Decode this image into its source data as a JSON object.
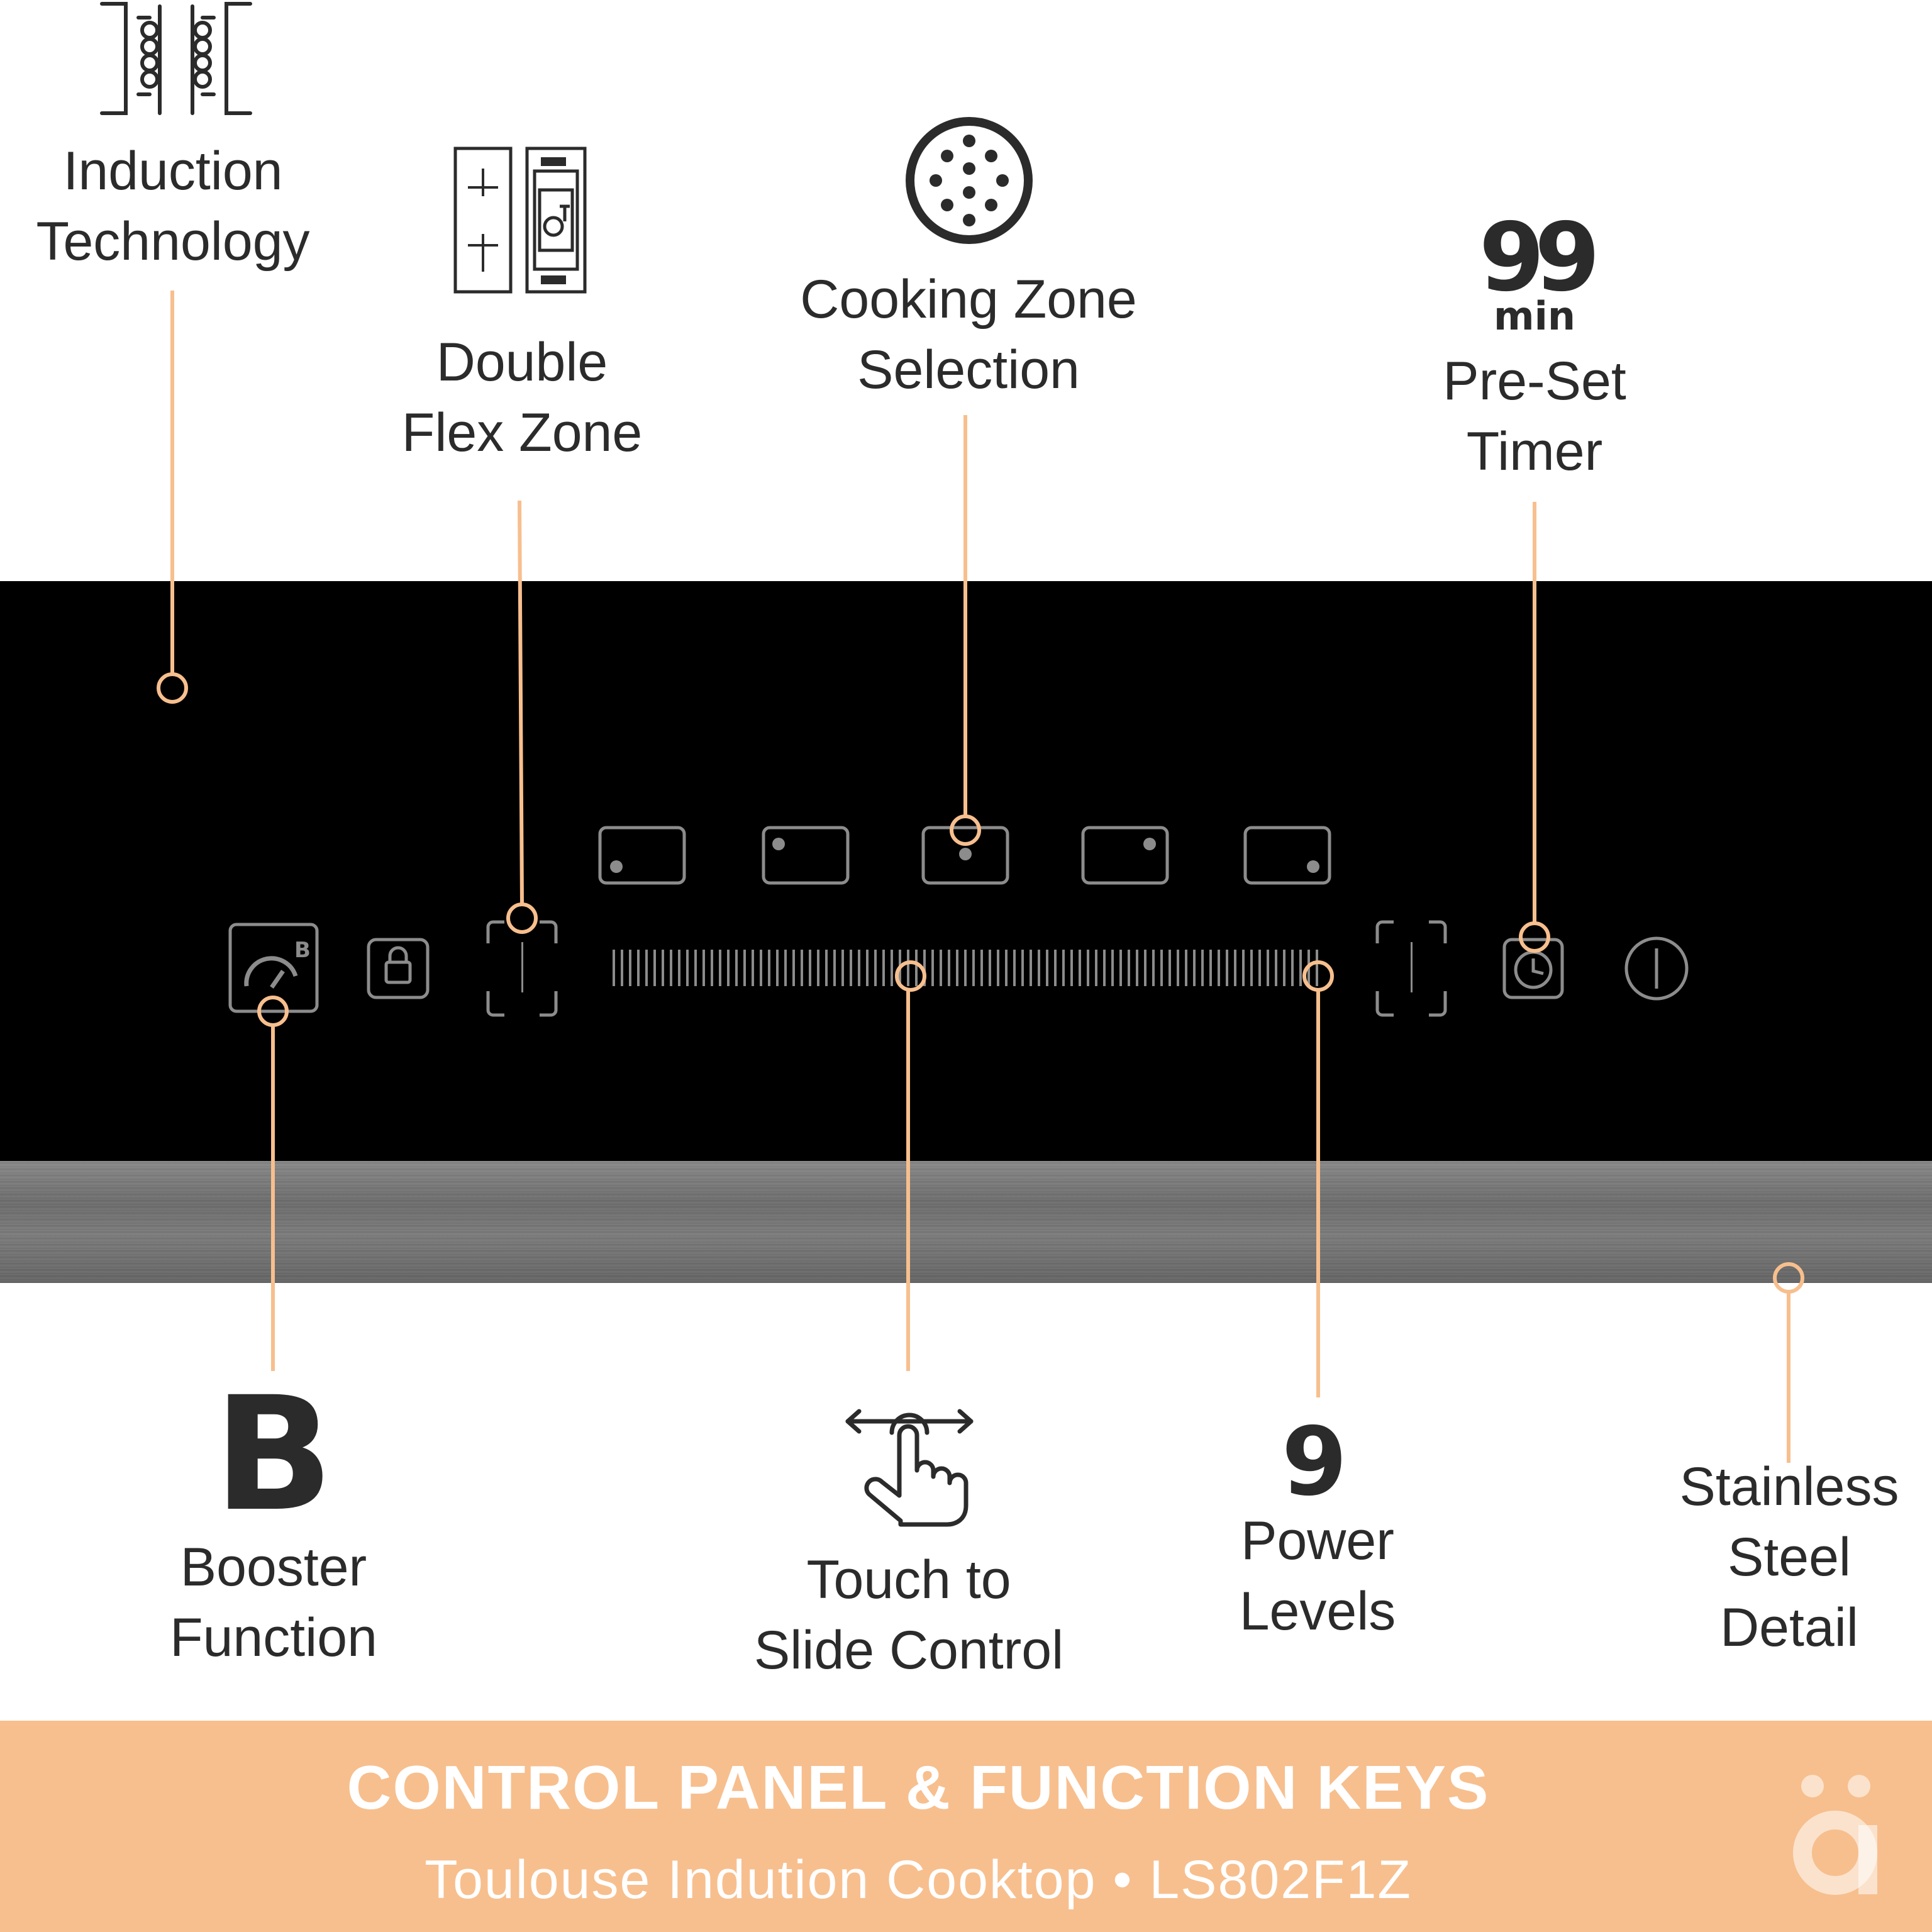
{
  "features_top": [
    {
      "line1": "Induction",
      "line2": "Technology",
      "icon": "induction-coil-icon"
    },
    {
      "line1": "Double",
      "line2": "Flex Zone",
      "icon": "flex-zone-icon"
    },
    {
      "line1": "Cooking Zone",
      "line2": "Selection",
      "icon": "cooking-zone-icon"
    },
    {
      "line1": "Pre-Set",
      "line2": "Timer",
      "icon": "timer-99-icon",
      "badge_number": "99",
      "badge_unit": "min"
    }
  ],
  "features_bottom": [
    {
      "line1": "Booster",
      "line2": "Function",
      "icon": "booster-b-icon",
      "badge": "B"
    },
    {
      "line1": "Touch to",
      "line2": "Slide Control",
      "icon": "touch-slide-icon"
    },
    {
      "line1": "Power",
      "line2": "Levels",
      "icon": "power-levels-icon",
      "badge": "9"
    },
    {
      "line1": "Stainless",
      "line2": "Steel",
      "line3": "Detail",
      "icon": "stainless-steel-icon"
    }
  ],
  "footer": {
    "title": "CONTROL PANEL & FUNCTION KEYS",
    "subtitle": "Toulouse Indution Cooktop • LS802F1Z"
  },
  "colors": {
    "accent": "#f7bf8e",
    "text": "#2b2b2b",
    "panel": "#000000",
    "control_outline": "#8c8c8c"
  }
}
